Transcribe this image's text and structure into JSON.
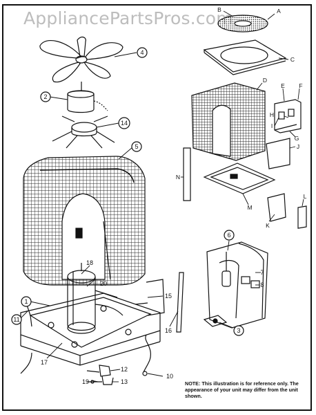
{
  "watermark": "AppliancePartsPros.com",
  "note": "NOTE: This illustration is for reference only. The appearance of your unit may differ from the unit shown.",
  "callouts": {
    "c1": "1",
    "c2": "2",
    "c3": "3",
    "c4": "4",
    "c6": "6",
    "c7": "7",
    "c8": "8",
    "c10": "10",
    "c11": "11",
    "c12": "12",
    "c13": "13",
    "c14": "14",
    "c15": "15",
    "c16": "16",
    "c17": "17",
    "c18": "18",
    "c19": "19",
    "c20": "20"
  },
  "letters": {
    "A": "A",
    "B": "B",
    "C": "C",
    "D": "D",
    "E": "E",
    "F": "F",
    "G": "G",
    "H": "H",
    "I": "I",
    "J": "J",
    "K": "K",
    "L": "L",
    "M": "M",
    "N": "N"
  }
}
